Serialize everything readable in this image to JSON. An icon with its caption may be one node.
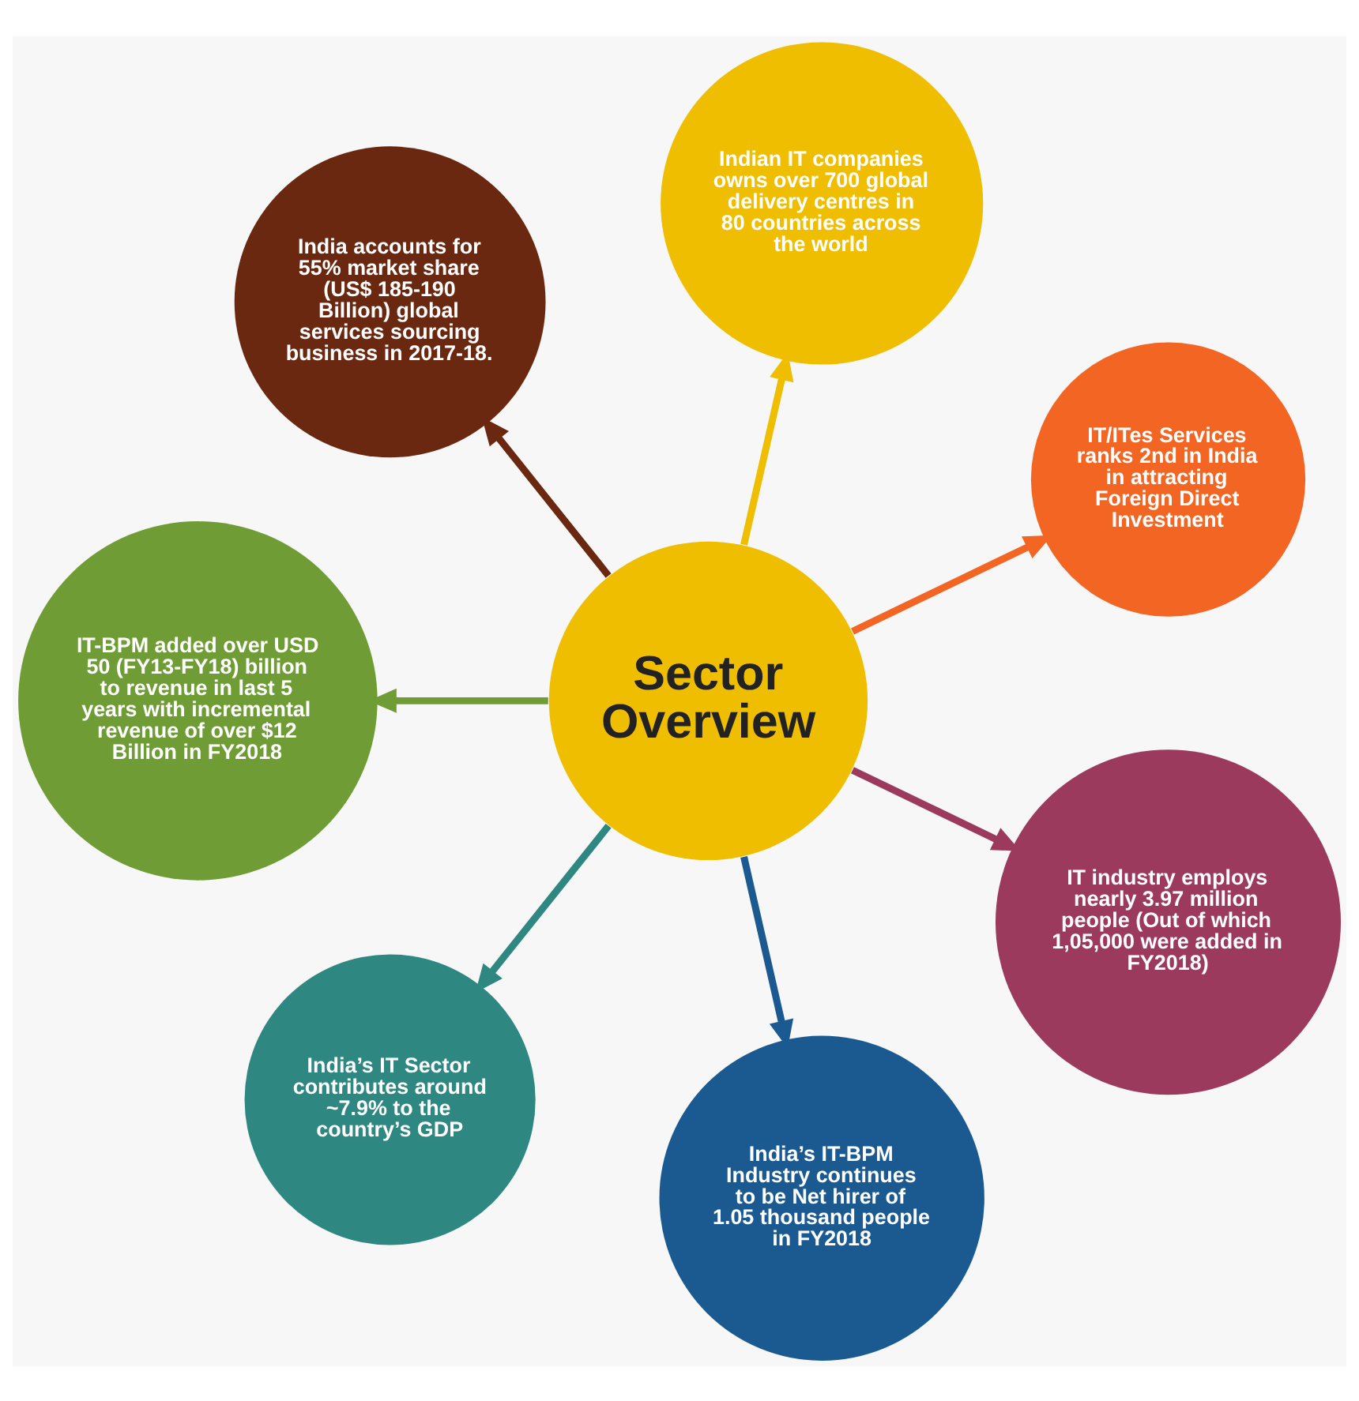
{
  "diagram": {
    "nodes": [
      {
        "text": [
          "Sector Overview"
        ]
      },
      {
        "text": [
          "Indian IT companies owns over 700 global delivery centres in 80 countries across the world"
        ]
      },
      {
        "text": [
          "IT/ITes Services ranks 2nd in India in attracting Foreign Direct Investment"
        ]
      },
      {
        "text": [
          "IT industry employs nearly 3.97 million people (Out of which 1,05,000 were added in FY2018)"
        ]
      },
      {
        "text": [
          "India’s IT-BPM Industry continues to be Net hirer of 1.05 thousand people in FY2018"
        ]
      },
      {
        "text": [
          "India’s IT Sector contributes around ~7.9% to the country’s GDP"
        ]
      },
      {
        "text": [
          "IT-BPM added over USD 50 (FY13-FY18) billion to revenue in last 5 years with incremental revenue of over $12 Billion in FY2018"
        ]
      },
      {
        "text": [
          "India accounts for 55% market share (US$ 185-190 Billion) global services sourcing business in 2017-18."
        ]
      }
    ],
    "edges": [
      {
        "from": 0,
        "to": 1,
        "arrow": "to",
        "color": "#efbe00"
      },
      {
        "from": 0,
        "to": 2,
        "arrow": "to",
        "color": "#f26522"
      },
      {
        "from": 0,
        "to": 3,
        "arrow": "to",
        "color": "#9c3a5e"
      },
      {
        "from": 0,
        "to": 4,
        "arrow": "to",
        "color": "#1b5a91"
      },
      {
        "from": 0,
        "to": 5,
        "arrow": "to",
        "color": "#2e8780"
      },
      {
        "from": 0,
        "to": 6,
        "arrow": "to",
        "color": "#6f9c34"
      },
      {
        "from": 0,
        "to": 7,
        "arrow": "to",
        "color": "#6b2810"
      }
    ]
  }
}
